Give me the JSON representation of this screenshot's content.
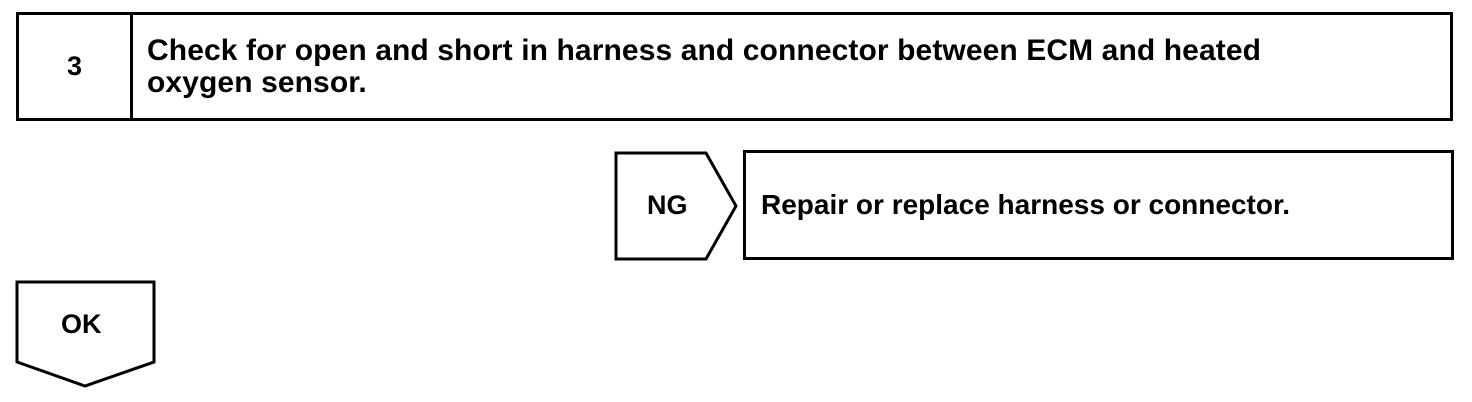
{
  "step": {
    "number": "3",
    "title_line1": "Check for open and short in harness and connector between ECM and heated",
    "title_line2": "oxygen sensor."
  },
  "ng_branch": {
    "label": "NG",
    "action": "Repair or replace harness or connector."
  },
  "ok_branch": {
    "label": "OK"
  },
  "colors": {
    "line": "#000000",
    "background": "#ffffff"
  }
}
